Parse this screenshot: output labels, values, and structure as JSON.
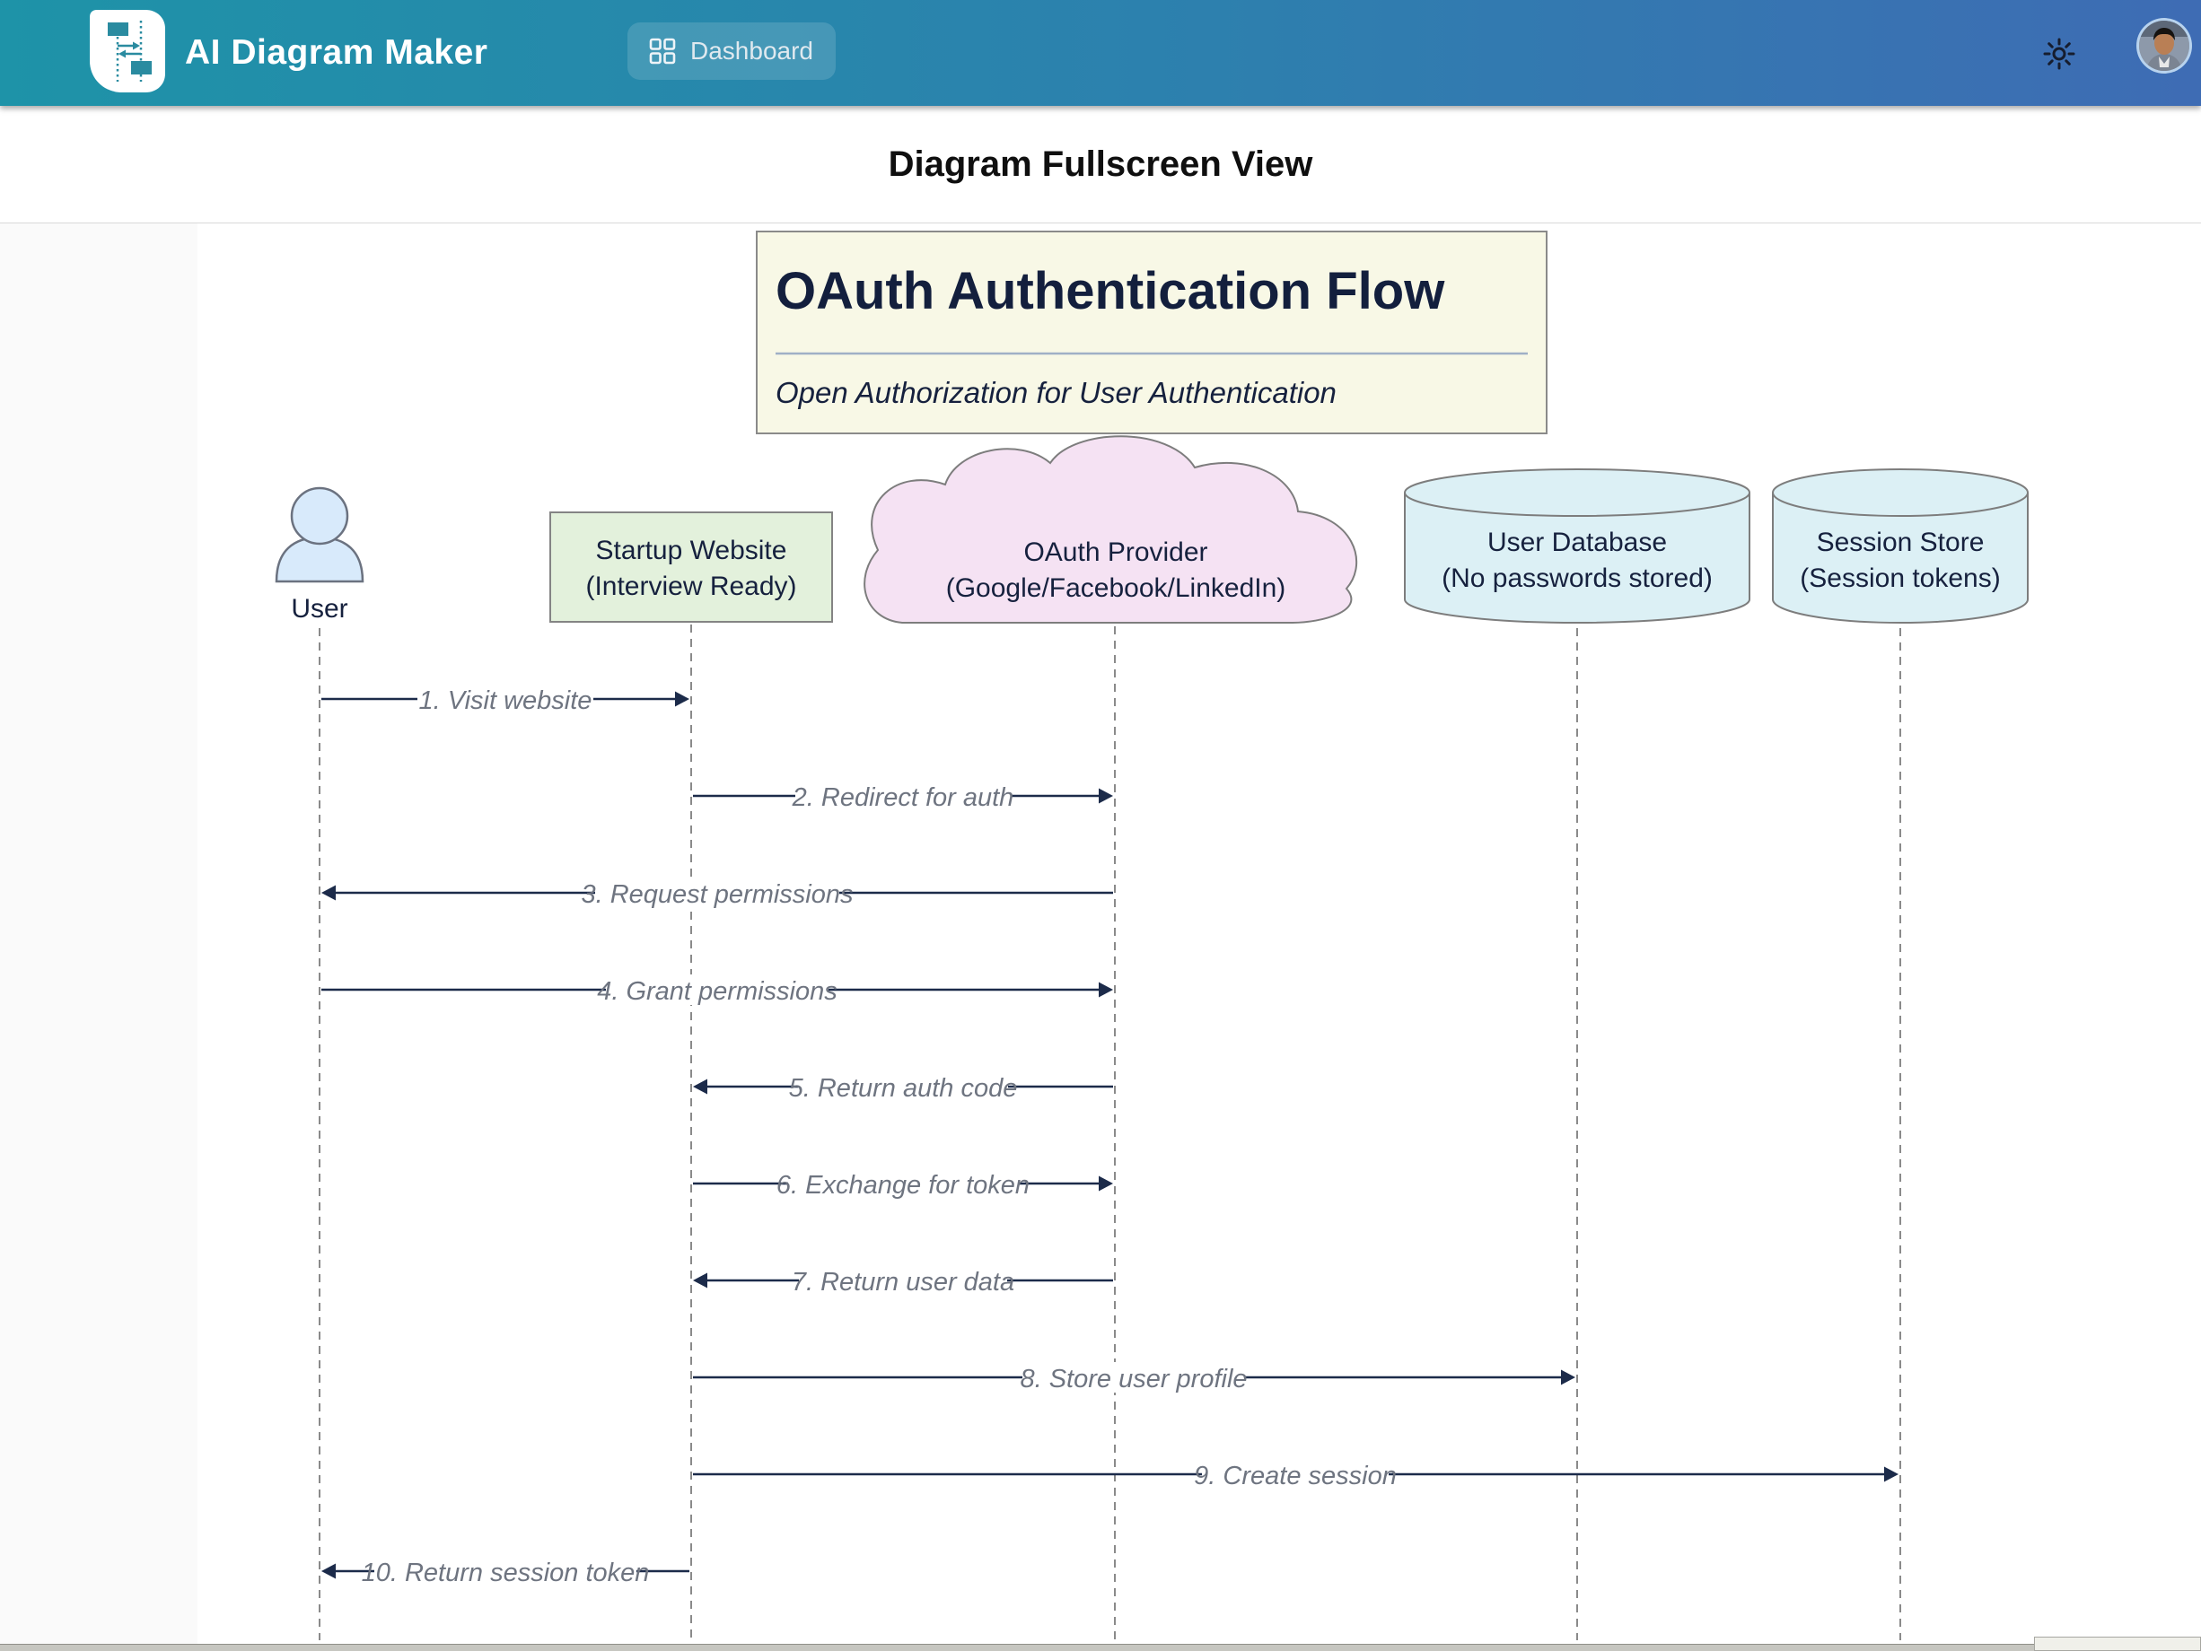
{
  "header": {
    "app_title": "AI Diagram Maker",
    "dashboard_label": "Dashboard",
    "icons": [
      "app-logo-sequence-diagram",
      "dashboard-grid-icon",
      "sun-theme-icon",
      "user-avatar-photo"
    ],
    "colors": {
      "gradient_left": "#1e93a8",
      "gradient_right": "#3e6cb4"
    }
  },
  "page": {
    "view_title": "Diagram Fullscreen View"
  },
  "diagram": {
    "title": "OAuth Authentication Flow",
    "subtitle": "Open Authorization for User Authentication",
    "title_box_color": "#f8f8e6",
    "actors": [
      {
        "name": "User",
        "type": "person",
        "color": "#d8eafb"
      },
      {
        "line1": "Startup Website",
        "line2": "(Interview Ready)",
        "type": "box",
        "color": "#e3f1dc"
      },
      {
        "line1": "OAuth Provider",
        "line2": "(Google/Facebook/LinkedIn)",
        "type": "cloud",
        "color": "#f5e2f3"
      },
      {
        "line1": "User Database",
        "line2": "(No passwords stored)",
        "type": "database",
        "color": "#dcf0f5"
      },
      {
        "line1": "Session Store",
        "line2": "(Session tokens)",
        "type": "database",
        "color": "#dcf0f5"
      }
    ],
    "messages": [
      {
        "label": "1. Visit website",
        "from": "User",
        "to": "Startup Website",
        "direction": "right"
      },
      {
        "label": "2. Redirect for auth",
        "from": "Startup Website",
        "to": "OAuth Provider",
        "direction": "right"
      },
      {
        "label": "3. Request permissions",
        "from": "OAuth Provider",
        "to": "User",
        "direction": "left"
      },
      {
        "label": "4. Grant permissions",
        "from": "User",
        "to": "OAuth Provider",
        "direction": "right"
      },
      {
        "label": "5. Return auth code",
        "from": "OAuth Provider",
        "to": "Startup Website",
        "direction": "left"
      },
      {
        "label": "6. Exchange for token",
        "from": "Startup Website",
        "to": "OAuth Provider",
        "direction": "right"
      },
      {
        "label": "7. Return user data",
        "from": "OAuth Provider",
        "to": "Startup Website",
        "direction": "left"
      },
      {
        "label": "8. Store user profile",
        "from": "Startup Website",
        "to": "User Database",
        "direction": "right"
      },
      {
        "label": "9. Create session",
        "from": "Startup Website",
        "to": "Session Store",
        "direction": "right"
      },
      {
        "label": "10. Return session token",
        "from": "Startup Website",
        "to": "User",
        "direction": "left"
      }
    ],
    "style": {
      "arrow_color": "#1c2b4a",
      "lifeline_color": "#8a8a8a",
      "message_text_color": "#6e7480",
      "shape_text_color": "#16213e"
    }
  }
}
